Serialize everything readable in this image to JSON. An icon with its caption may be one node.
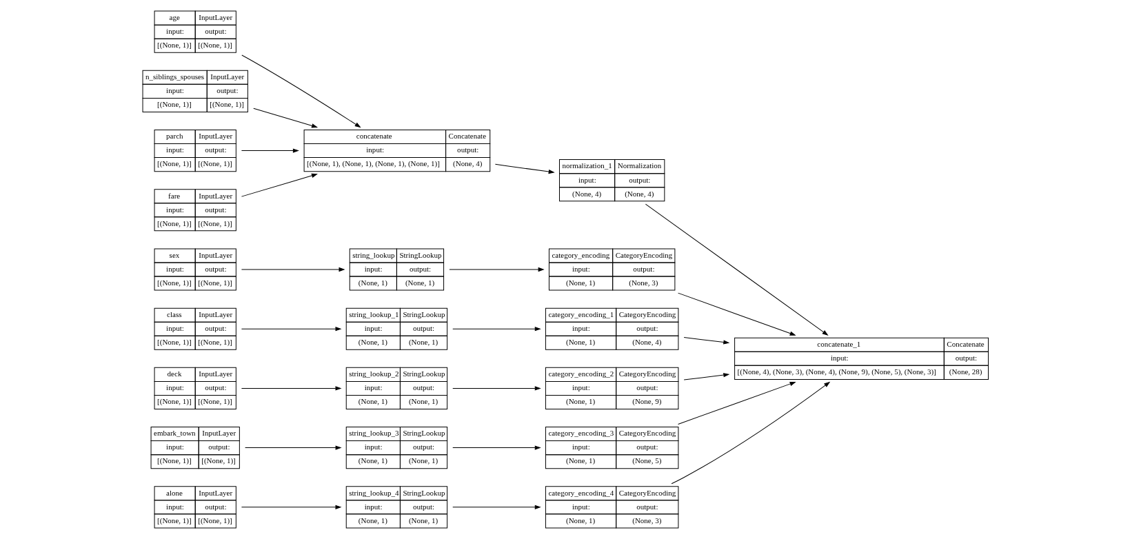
{
  "diagram": {
    "nodes": [
      {
        "text": [
          "age",
          "InputLayer",
          "input:",
          "output:",
          "[(None, 1)]",
          "[(None, 1)]"
        ]
      },
      {
        "text": [
          "n_siblings_spouses",
          "InputLayer",
          "input:",
          "output:",
          "[(None, 1)]",
          "[(None, 1)]"
        ]
      },
      {
        "text": [
          "parch",
          "InputLayer",
          "input:",
          "output:",
          "[(None, 1)]",
          "[(None, 1)]"
        ]
      },
      {
        "text": [
          "fare",
          "InputLayer",
          "input:",
          "output:",
          "[(None, 1)]",
          "[(None, 1)]"
        ]
      },
      {
        "text": [
          "sex",
          "InputLayer",
          "input:",
          "output:",
          "[(None, 1)]",
          "[(None, 1)]"
        ]
      },
      {
        "text": [
          "class",
          "InputLayer",
          "input:",
          "output:",
          "[(None, 1)]",
          "[(None, 1)]"
        ]
      },
      {
        "text": [
          "deck",
          "InputLayer",
          "input:",
          "output:",
          "[(None, 1)]",
          "[(None, 1)]"
        ]
      },
      {
        "text": [
          "embark_town",
          "InputLayer",
          "input:",
          "output:",
          "[(None, 1)]",
          "[(None, 1)]"
        ]
      },
      {
        "text": [
          "alone",
          "InputLayer",
          "input:",
          "output:",
          "[(None, 1)]",
          "[(None, 1)]"
        ]
      },
      {
        "text": [
          "concatenate",
          "Concatenate",
          "input:",
          "output:",
          "[(None, 1), (None, 1), (None, 1), (None, 1)]",
          "(None, 4)"
        ]
      },
      {
        "text": [
          "normalization_1",
          "Normalization",
          "input:",
          "output:",
          "(None, 4)",
          "(None, 4)"
        ]
      },
      {
        "text": [
          "string_lookup",
          "StringLookup",
          "input:",
          "output:",
          "(None, 1)",
          "(None, 1)"
        ]
      },
      {
        "text": [
          "string_lookup_1",
          "StringLookup",
          "input:",
          "output:",
          "(None, 1)",
          "(None, 1)"
        ]
      },
      {
        "text": [
          "string_lookup_2",
          "StringLookup",
          "input:",
          "output:",
          "(None, 1)",
          "(None, 1)"
        ]
      },
      {
        "text": [
          "string_lookup_3",
          "StringLookup",
          "input:",
          "output:",
          "(None, 1)",
          "(None, 1)"
        ]
      },
      {
        "text": [
          "string_lookup_4",
          "StringLookup",
          "input:",
          "output:",
          "(None, 1)",
          "(None, 1)"
        ]
      },
      {
        "text": [
          "category_encoding",
          "CategoryEncoding",
          "input:",
          "output:",
          "(None, 1)",
          "(None, 3)"
        ]
      },
      {
        "text": [
          "category_encoding_1",
          "CategoryEncoding",
          "input:",
          "output:",
          "(None, 1)",
          "(None, 4)"
        ]
      },
      {
        "text": [
          "category_encoding_2",
          "CategoryEncoding",
          "input:",
          "output:",
          "(None, 1)",
          "(None, 9)"
        ]
      },
      {
        "text": [
          "category_encoding_3",
          "CategoryEncoding",
          "input:",
          "output:",
          "(None, 1)",
          "(None, 5)"
        ]
      },
      {
        "text": [
          "category_encoding_4",
          "CategoryEncoding",
          "input:",
          "output:",
          "(None, 1)",
          "(None, 3)"
        ]
      },
      {
        "text": [
          "concatenate_1",
          "Concatenate",
          "input:",
          "output:",
          "[(None, 4), (None, 3), (None, 4), (None, 9), (None, 5), (None, 3)]",
          "(None, 28)"
        ]
      }
    ],
    "edges": [
      {
        "from": 0,
        "to": 9,
        "arrow": "to"
      },
      {
        "from": 1,
        "to": 9,
        "arrow": "to"
      },
      {
        "from": 2,
        "to": 9,
        "arrow": "to"
      },
      {
        "from": 3,
        "to": 9,
        "arrow": "to"
      },
      {
        "from": 9,
        "to": 10,
        "arrow": "to"
      },
      {
        "from": 4,
        "to": 11,
        "arrow": "to"
      },
      {
        "from": 5,
        "to": 12,
        "arrow": "to"
      },
      {
        "from": 6,
        "to": 13,
        "arrow": "to"
      },
      {
        "from": 7,
        "to": 14,
        "arrow": "to"
      },
      {
        "from": 8,
        "to": 15,
        "arrow": "to"
      },
      {
        "from": 11,
        "to": 16,
        "arrow": "to"
      },
      {
        "from": 12,
        "to": 17,
        "arrow": "to"
      },
      {
        "from": 13,
        "to": 18,
        "arrow": "to"
      },
      {
        "from": 14,
        "to": 19,
        "arrow": "to"
      },
      {
        "from": 15,
        "to": 20,
        "arrow": "to"
      },
      {
        "from": 10,
        "to": 21,
        "arrow": "to"
      },
      {
        "from": 16,
        "to": 21,
        "arrow": "to"
      },
      {
        "from": 17,
        "to": 21,
        "arrow": "to"
      },
      {
        "from": 18,
        "to": 21,
        "arrow": "to"
      },
      {
        "from": 19,
        "to": 21,
        "arrow": "to"
      },
      {
        "from": 20,
        "to": 21,
        "arrow": "to"
      }
    ]
  }
}
